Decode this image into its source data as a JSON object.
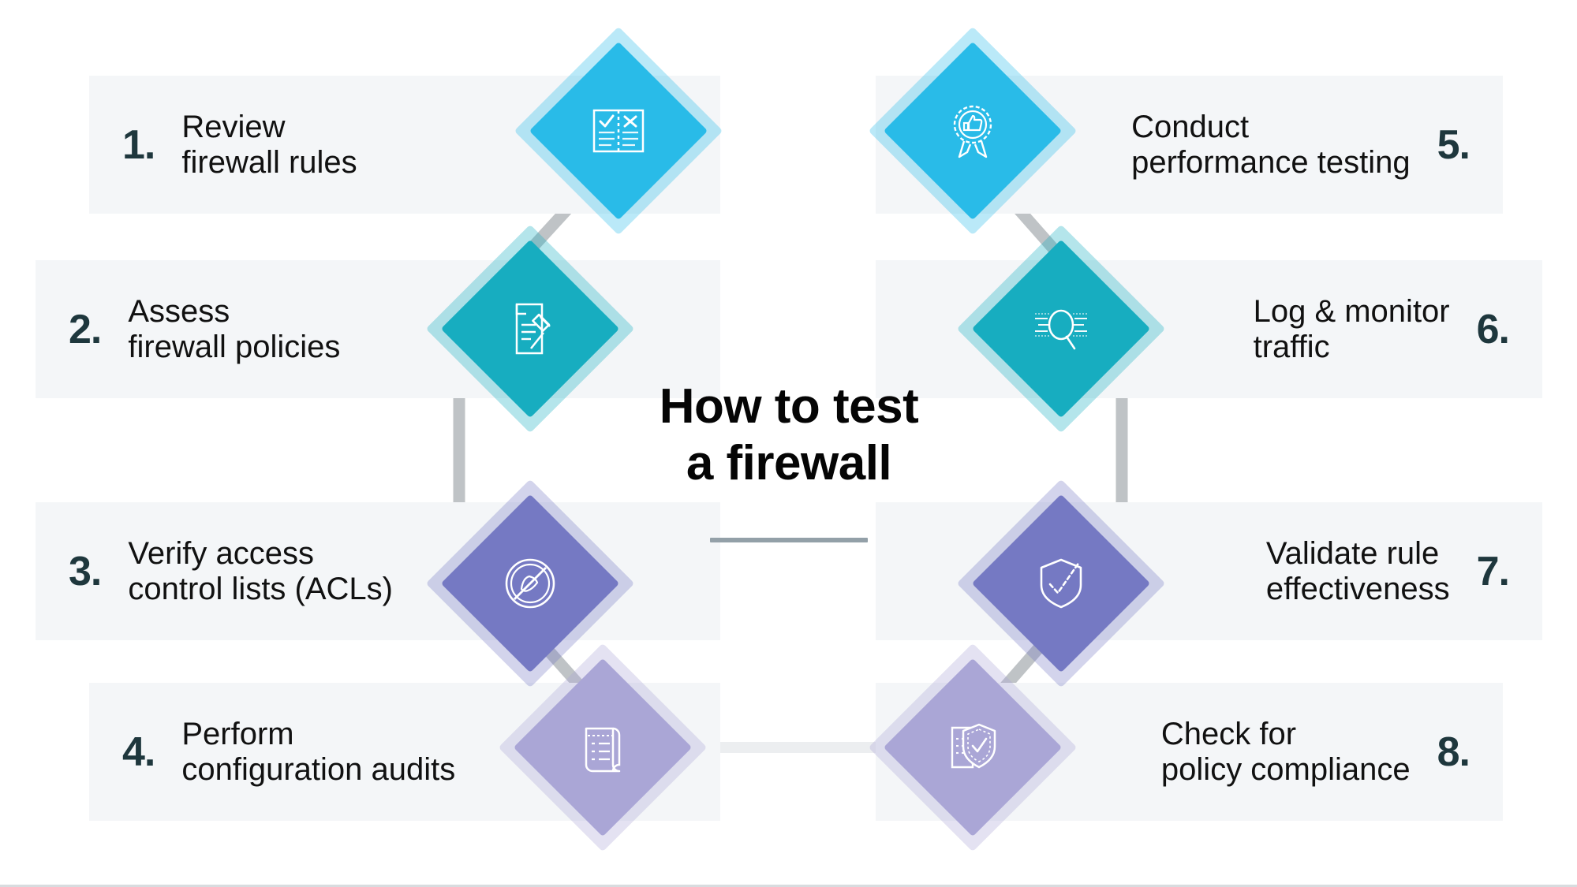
{
  "center": {
    "title": "How to test\na firewall",
    "divider_color": "#93a0a8"
  },
  "palette": {
    "card_bg": "#f4f6f8",
    "number_color": "#1e373d",
    "label_color": "#111111",
    "connector_gray": "#bfc3c6",
    "connector_light": "#eceef0",
    "step1_color": "#29bbe8",
    "step2_color": "#17adc0",
    "step3_color": "#7579c3",
    "step4_color": "#aaa6d6",
    "step5_color": "#29bbe8",
    "step6_color": "#17adc0",
    "step7_color": "#7579c3",
    "step8_color": "#aaa6d6"
  },
  "steps": [
    {
      "number": "1.",
      "label": "Review\nfirewall rules",
      "icon": "checklist-compare-icon",
      "color": "#29bbe8",
      "side": "left"
    },
    {
      "number": "2.",
      "label": "Assess\nfirewall policies",
      "icon": "document-gavel-icon",
      "color": "#17adc0",
      "side": "left"
    },
    {
      "number": "3.",
      "label": "Verify access\ncontrol lists (ACLs)",
      "icon": "access-denied-icon",
      "color": "#7579c3",
      "side": "left"
    },
    {
      "number": "4.",
      "label": "Perform\nconfiguration audits",
      "icon": "scroll-list-icon",
      "color": "#aaa6d6",
      "side": "left"
    },
    {
      "number": "5.",
      "label": "Conduct\nperformance testing",
      "icon": "award-thumbs-up-icon",
      "color": "#29bbe8",
      "side": "right"
    },
    {
      "number": "6.",
      "label": "Log & monitor\ntraffic",
      "icon": "magnifier-data-icon",
      "color": "#17adc0",
      "side": "right"
    },
    {
      "number": "7.",
      "label": "Validate rule\neffectiveness",
      "icon": "shield-check-dashed-icon",
      "color": "#7579c3",
      "side": "right"
    },
    {
      "number": "8.",
      "label": "Check for\npolicy compliance",
      "icon": "document-shield-check-icon",
      "color": "#aaa6d6",
      "side": "right"
    }
  ]
}
